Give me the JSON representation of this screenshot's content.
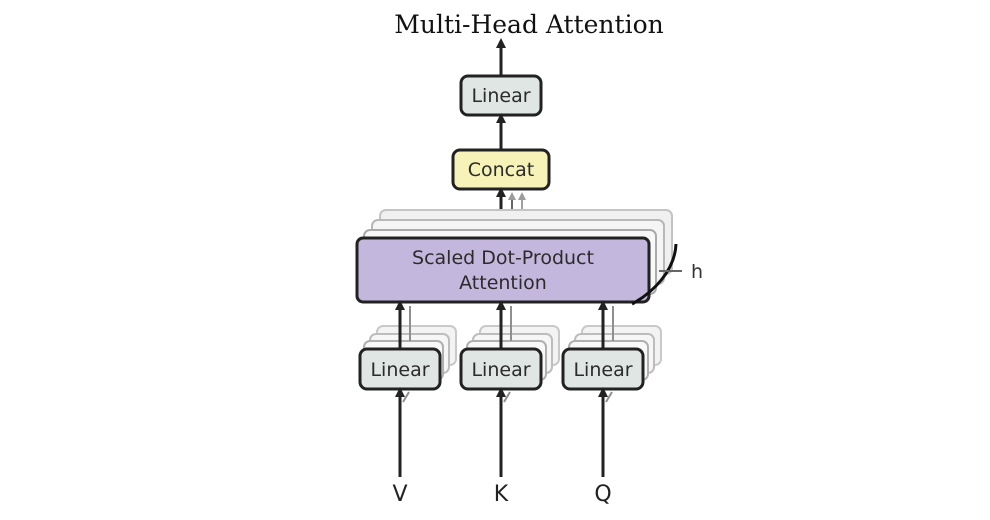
{
  "title": "Multi-Head Attention",
  "blocks": {
    "top_linear": "Linear",
    "concat": "Concat",
    "attention_line1": "Scaled Dot-Product",
    "attention_line2": "Attention",
    "linear_v": "Linear",
    "linear_k": "Linear",
    "linear_q": "Linear"
  },
  "heads_label": "h",
  "inputs": {
    "v": "V",
    "k": "K",
    "q": "Q"
  },
  "colors": {
    "linear_fill": "#dfe6e3",
    "concat_fill": "#f6f2b8",
    "attention_fill": "#c4b7dd",
    "stroke": "#222222",
    "shadow_stroke": "#b8b8b8"
  }
}
